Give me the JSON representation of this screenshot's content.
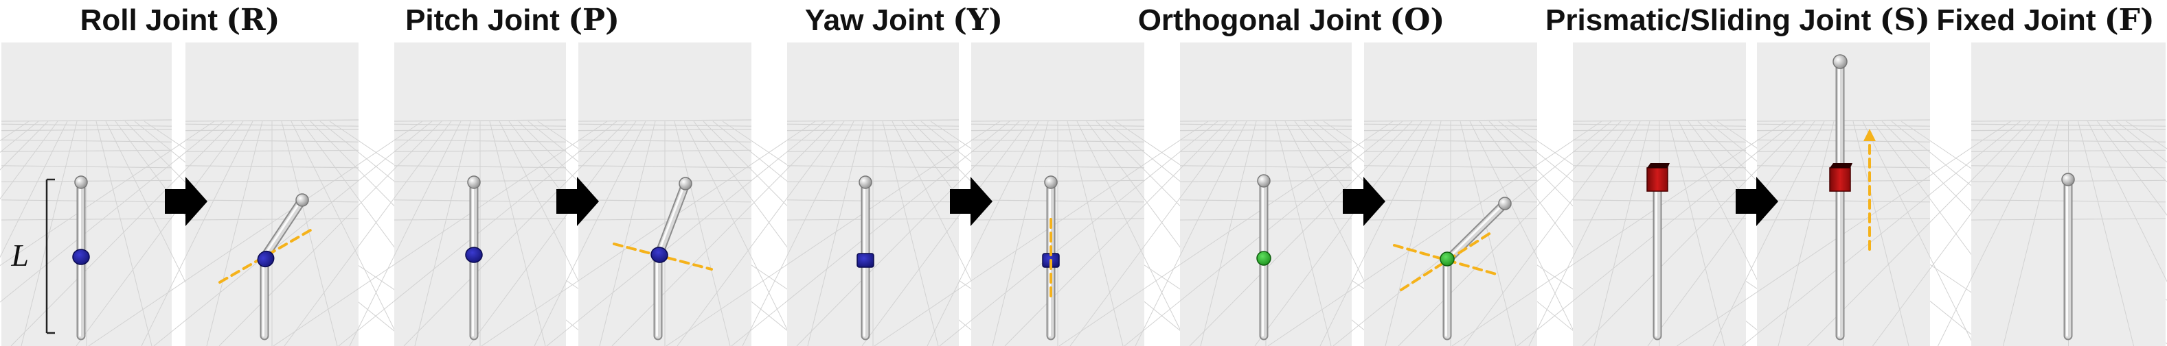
{
  "panels": [
    {
      "id": "roll",
      "title_text": "Roll Joint",
      "symbol": "(R)"
    },
    {
      "id": "pitch",
      "title_text": "Pitch Joint",
      "symbol": "(P)"
    },
    {
      "id": "yaw",
      "title_text": "Yaw Joint",
      "symbol": "(Y)"
    },
    {
      "id": "orthogonal",
      "title_text": "Orthogonal Joint",
      "symbol": "(O)"
    },
    {
      "id": "prismatic",
      "title_text": "Prismatic/Sliding Joint",
      "symbol": "(S)"
    },
    {
      "id": "fixed",
      "title_text": "Fixed Joint",
      "symbol": "(F)"
    }
  ],
  "length_label": "L",
  "colors": {
    "panel_bg": "#ececec",
    "grid": "#d2d2d2",
    "rod": "#d8d8d8",
    "rod_edge": "#8c8c8c",
    "joint_blue": "#1c1c8a",
    "joint_green": "#1ea21e",
    "joint_red": "#b01010",
    "axis_dash": "#f5b21a",
    "arrow": "#000000"
  }
}
